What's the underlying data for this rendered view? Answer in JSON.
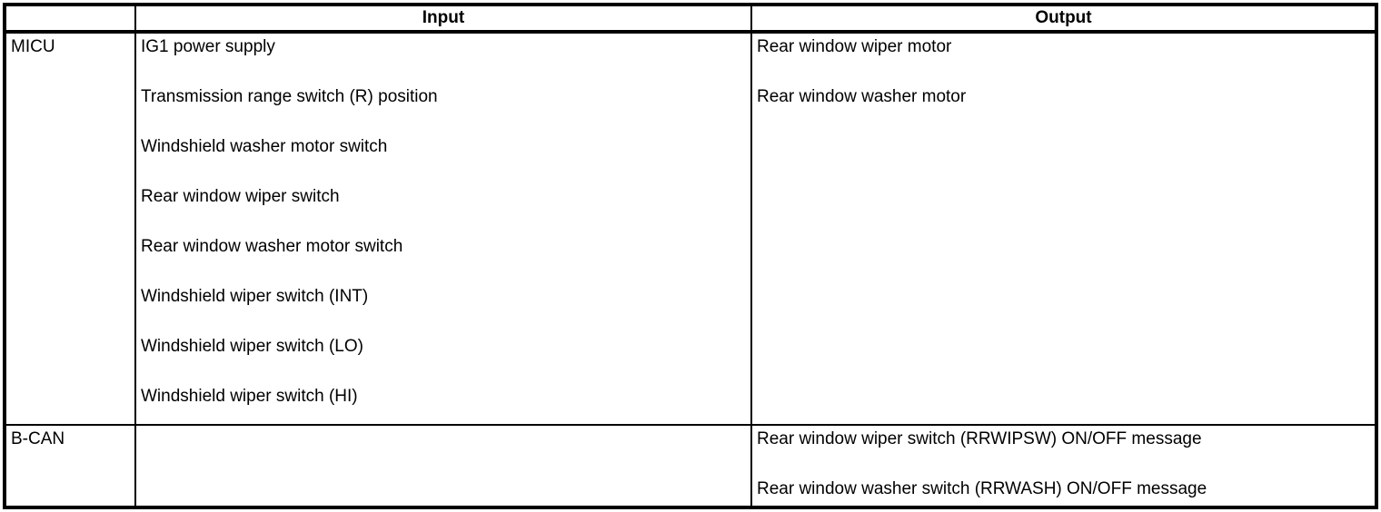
{
  "table": {
    "headers": {
      "source": "",
      "input": "Input",
      "output": "Output"
    },
    "rows": [
      {
        "source": "MICU",
        "inputs": [
          "IG1 power supply",
          "Transmission range switch (R) position",
          "Windshield washer motor switch",
          "Rear window wiper switch",
          "Rear window washer motor switch",
          "Windshield wiper switch (INT)",
          "Windshield wiper switch (LO)",
          "Windshield wiper switch (HI)"
        ],
        "outputs": [
          "Rear window wiper motor",
          "Rear window washer motor"
        ]
      },
      {
        "source": "B-CAN",
        "inputs": [],
        "outputs": [
          "Rear window wiper switch (RRWIPSW) ON/OFF message",
          "Rear window washer switch (RRWASH) ON/OFF message"
        ]
      }
    ]
  },
  "colors": {
    "border": "#000000",
    "text": "#000000",
    "background": "#ffffff"
  }
}
